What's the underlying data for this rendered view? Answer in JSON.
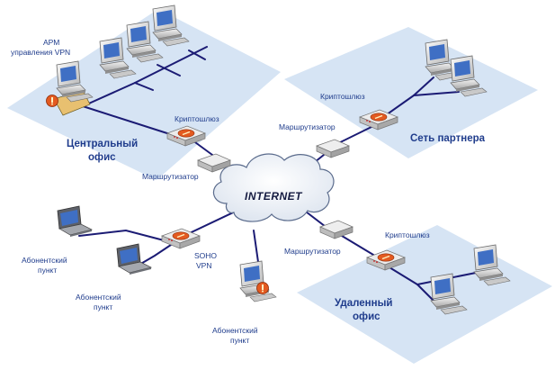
{
  "central": {
    "title_line1": "Центральный",
    "title_line2": "офис",
    "arm_line1": "АРМ",
    "arm_line2": "управления VPN",
    "gateway": "Криптошлюз",
    "router": "Маршрутизатор"
  },
  "partner": {
    "title": "Сеть партнера",
    "gateway": "Криптошлюз",
    "router": "Маршрутизатор"
  },
  "remote": {
    "title_line1": "Удаленный",
    "title_line2": "офис",
    "gateway": "Криптошлюз",
    "router": "Маршрутизатор"
  },
  "internet": {
    "label": "INTERNET"
  },
  "soho": {
    "line1": "SOHO",
    "line2": "VPN"
  },
  "subscribers": [
    {
      "line1": "Абонентский",
      "line2": "пункт"
    },
    {
      "line1": "Абонентский",
      "line2": "пункт"
    },
    {
      "line1": "Абонентский",
      "line2": "пункт"
    }
  ],
  "colors": {
    "zone_fill": "#d6e4f4",
    "line": "#1b1b74",
    "label": "#1f3c8c",
    "gateway_body": "#dcdcdc",
    "gateway_badge": "#e35a20",
    "cloud": "#eef2f8"
  }
}
